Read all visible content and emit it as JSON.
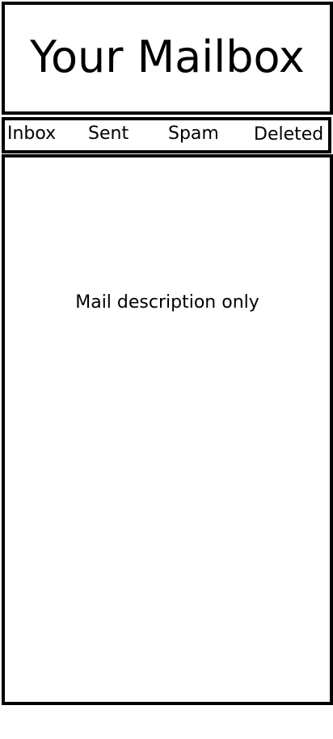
{
  "header": {
    "title": "Your Mailbox"
  },
  "tabs": [
    {
      "label": "Inbox"
    },
    {
      "label": "Sent"
    },
    {
      "label": "Spam"
    },
    {
      "label": "Deleted"
    }
  ],
  "main": {
    "description": "Mail description only"
  },
  "colors": {
    "border": "#000000",
    "background": "#ffffff",
    "text": "#000000"
  }
}
